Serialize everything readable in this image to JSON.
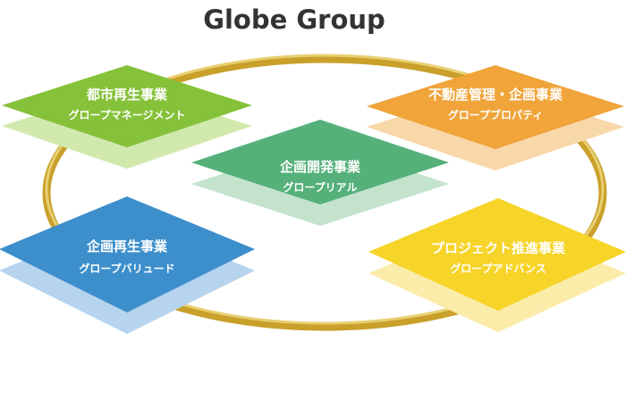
{
  "title": "Globe Group",
  "colors": {
    "ring_gold": "#c9a02a",
    "ring_gold_light": "#e9cf73",
    "title": "#333333"
  },
  "divisions": [
    {
      "key": "urban",
      "name": "都市再生事業",
      "company": "グロープマネージメント",
      "color": "#86c13a",
      "shadow": "#d1e9ad"
    },
    {
      "key": "property",
      "name": "不動産管理・企画事業",
      "company": "グロープブロパティ",
      "color": "#f0a43a",
      "shadow": "#f8d8a8"
    },
    {
      "key": "development",
      "name": "企画開発事業",
      "company": "グロープリアル",
      "color": "#55b07a",
      "shadow": "#c3e3cd"
    },
    {
      "key": "planning",
      "name": "企画再生事業",
      "company": "グロープバリュード",
      "color": "#3d8fcc",
      "shadow": "#b7d4ee"
    },
    {
      "key": "project",
      "name": "プロジェクト推進事業",
      "company": "グロープアドバンス",
      "color": "#f6d428",
      "shadow": "#fbecaa"
    }
  ]
}
